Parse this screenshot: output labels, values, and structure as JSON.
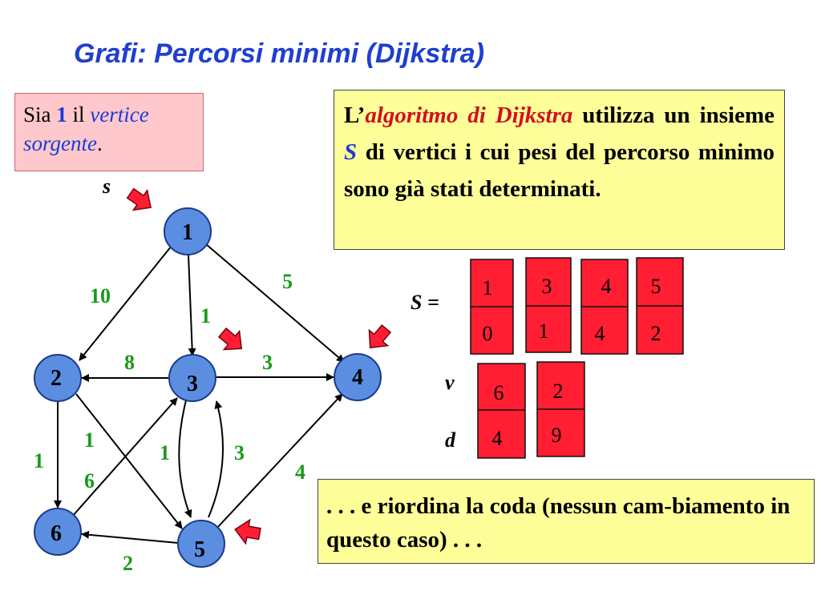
{
  "title": "Grafi: Percorsi minimi (Dijkstra)",
  "source_box": {
    "p1": "Sia ",
    "vertex": "1",
    "p2": " il ",
    "italic": "vertice sorgente",
    "p3": "."
  },
  "algo_box": {
    "p1": "L’",
    "italic": "algoritmo di Dijkstra",
    "p2": " utilizza un insieme ",
    "set": "S",
    "p3": " di vertici i cui pesi del percorso minimo sono già stati determinati."
  },
  "note_box": {
    "text": ". . . e riordina la coda (nessun cam-biamento in questo caso) . . ."
  },
  "graph": {
    "source_label": "s",
    "nodes": [
      {
        "id": "1",
        "label": "1"
      },
      {
        "id": "2",
        "label": "2"
      },
      {
        "id": "3",
        "label": "3"
      },
      {
        "id": "4",
        "label": "4"
      },
      {
        "id": "5",
        "label": "5"
      },
      {
        "id": "6",
        "label": "6"
      }
    ],
    "edges": [
      {
        "from": "1",
        "to": "2",
        "weight": "10"
      },
      {
        "from": "1",
        "to": "3",
        "weight": "1"
      },
      {
        "from": "1",
        "to": "4",
        "weight": "5"
      },
      {
        "from": "3",
        "to": "2",
        "weight": "8"
      },
      {
        "from": "3",
        "to": "4",
        "weight": "3"
      },
      {
        "from": "2",
        "to": "6",
        "weight": "1"
      },
      {
        "from": "2",
        "to": "5",
        "weight": "1"
      },
      {
        "from": "6",
        "to": "3",
        "weight": "6"
      },
      {
        "from": "3",
        "to": "5",
        "weight": "1"
      },
      {
        "from": "5",
        "to": "3",
        "weight": "3"
      },
      {
        "from": "5",
        "to": "4",
        "weight": "4"
      },
      {
        "from": "5",
        "to": "6",
        "weight": "2"
      }
    ]
  },
  "set_S": {
    "label": "S =",
    "columns": [
      {
        "v": "1",
        "d": "0"
      },
      {
        "v": "3",
        "d": "1"
      },
      {
        "v": "4",
        "d": "4"
      },
      {
        "v": "5",
        "d": "2"
      }
    ]
  },
  "queue": {
    "v_label": "v",
    "d_label": "d",
    "columns": [
      {
        "v": "6",
        "d": "4"
      },
      {
        "v": "2",
        "d": "9"
      }
    ]
  },
  "colors": {
    "node_fill": "#5b8ee0",
    "weight": "#1a9a1a",
    "cell_fill": "#ff1e32",
    "arrow_fill": "#ff1e32"
  }
}
